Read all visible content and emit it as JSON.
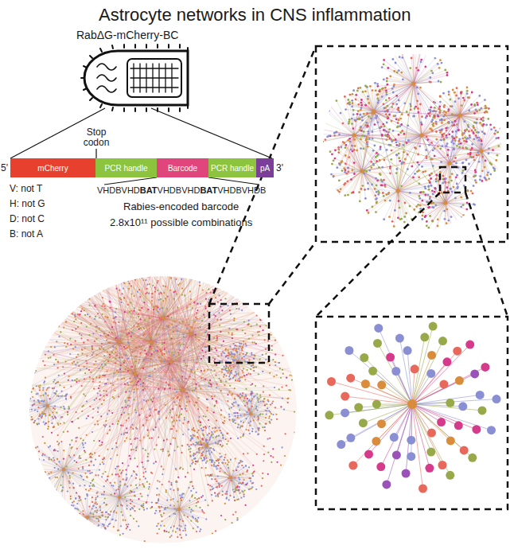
{
  "diagram": {
    "title": "Astrocyte networks in CNS inflammation",
    "nodes": [
      {
        "text": [
          "mCherry"
        ]
      },
      {
        "text": [
          "PCR handle"
        ]
      },
      {
        "text": [
          "Barcode"
        ]
      },
      {
        "text": [
          "PCR handle"
        ]
      },
      {
        "text": [
          "pA"
        ]
      }
    ],
    "labels": [
      "RabΔG-mCherry-BC",
      "Stop codon",
      "5'",
      "3'",
      "V: not T",
      "H: not G",
      "D: not C",
      "B: not A",
      "VHDBVHDBATVHDBVHDBATVHDBVHDB",
      "Rabies-encoded barcode",
      "2.8x10¹¹ possible combinations"
    ]
  }
}
